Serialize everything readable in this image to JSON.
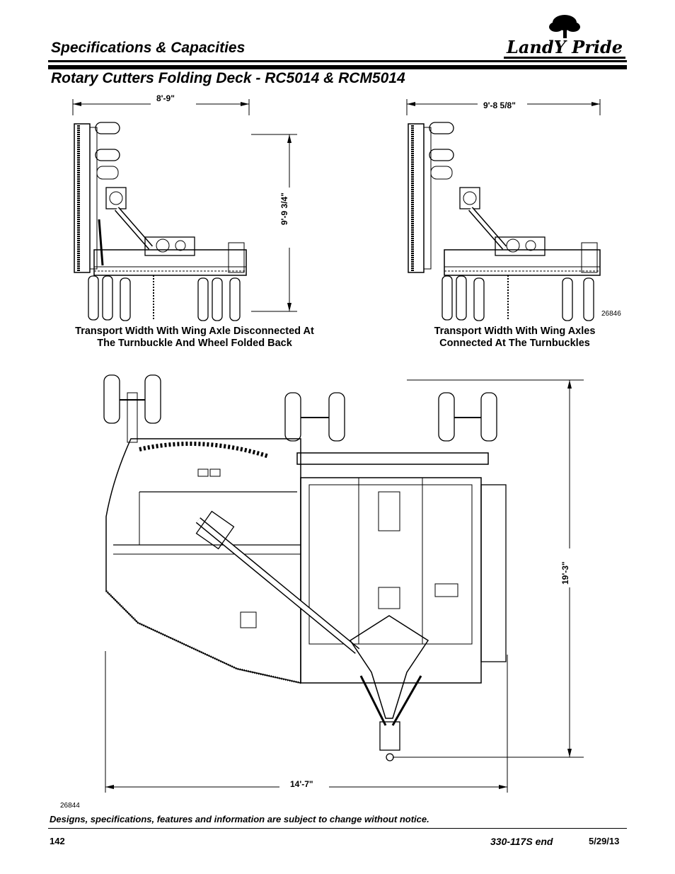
{
  "header": {
    "section_title": "Specifications & Capacities",
    "brand": "LandY Pride"
  },
  "page_title": "Rotary Cutters Folding Deck - RC5014 & RCM5014",
  "figures": {
    "left": {
      "width_dim": "8'-9\"",
      "height_dim": "9'-9 3/4\"",
      "caption_line1": "Transport Width With Wing Axle Disconnected At",
      "caption_line2": "The Turnbuckle And Wheel Folded Back"
    },
    "right": {
      "width_dim": "9'-8 5/8\"",
      "figure_number": "26846",
      "caption_line1": "Transport Width With Wing Axles",
      "caption_line2": "Connected At The Turnbuckles"
    },
    "bottom": {
      "length_dim": "19'-3\"",
      "width_dim": "14'-7\"",
      "figure_number": "26844"
    }
  },
  "footer": {
    "notice": "Designs, specifications, features and information are subject to change without notice.",
    "page_number": "142",
    "document_id": "330-117S end",
    "date": "5/29/13"
  }
}
